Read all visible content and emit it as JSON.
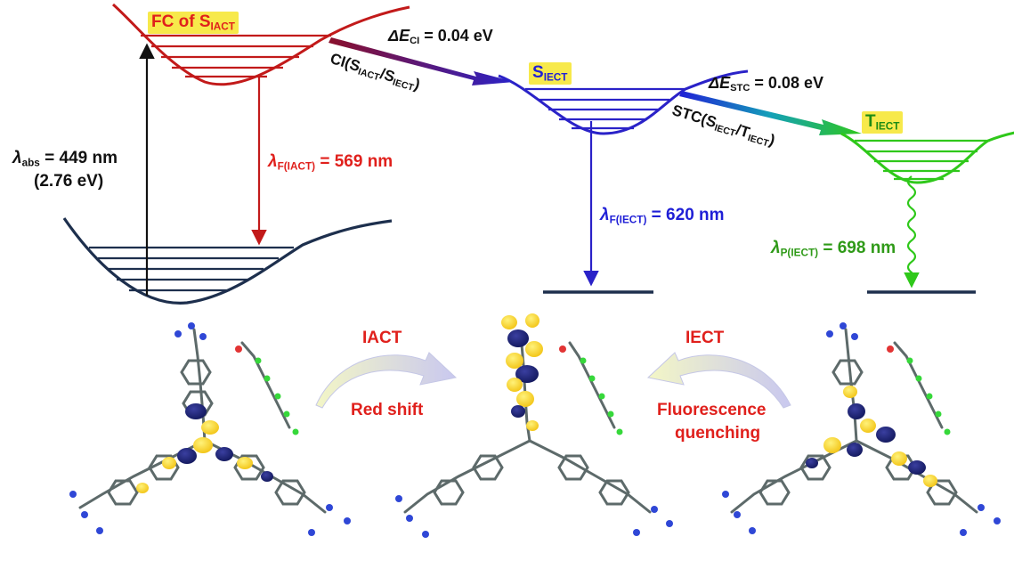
{
  "colors": {
    "s_iact": "#c21a1a",
    "s_iect": "#2a22c8",
    "t_iect": "#2fc81a",
    "ground": "#1d2f4d",
    "badge": "#f7e94b",
    "label_red": "#e0201c",
    "label_blue": "#1f1fd6",
    "label_green": "#2f9a18",
    "arrow_fill": "#eef3c9",
    "arrow_edge": "#b8b9e0"
  },
  "states": {
    "fc_siact": {
      "prefix": "FC of S",
      "sub": "IACT"
    },
    "siect": {
      "main": "S",
      "sub": "IECT"
    },
    "tiect": {
      "main": "T",
      "sub": "IECT"
    }
  },
  "transitions": {
    "ci_energy": {
      "delta": "ΔE",
      "sub": "CI",
      "value": " = 0.04 eV"
    },
    "ci_label": {
      "a": "CI(S",
      "s1": "IACT",
      "b": "/S",
      "s2": "IECT",
      "c": ")"
    },
    "stc_energy": {
      "delta": "ΔE",
      "sub": "STC",
      "value": " = 0.08 eV"
    },
    "stc_label": {
      "a": "STC(S",
      "s1": "IECT",
      "b": "/T",
      "s2": "IECT",
      "c": ")"
    }
  },
  "emissions": {
    "abs": {
      "sym": "λ",
      "sub": "abs",
      "value": " = 449 nm",
      "energy": "(2.76 eV)"
    },
    "f_iact": {
      "sym": "λ",
      "sub": "F(IACT)",
      "value": " = 569 nm"
    },
    "f_iect": {
      "sym": "λ",
      "sub": "F(IECT)",
      "value": " = 620 nm"
    },
    "p_iect": {
      "sym": "λ",
      "sub": "P(IECT)",
      "value": " = 698 nm"
    }
  },
  "processes": {
    "iact": {
      "title": "IACT",
      "caption": "Red shift"
    },
    "iect": {
      "title": "IECT",
      "caption_line1": "Fluorescence",
      "caption_line2": "quenching"
    }
  }
}
